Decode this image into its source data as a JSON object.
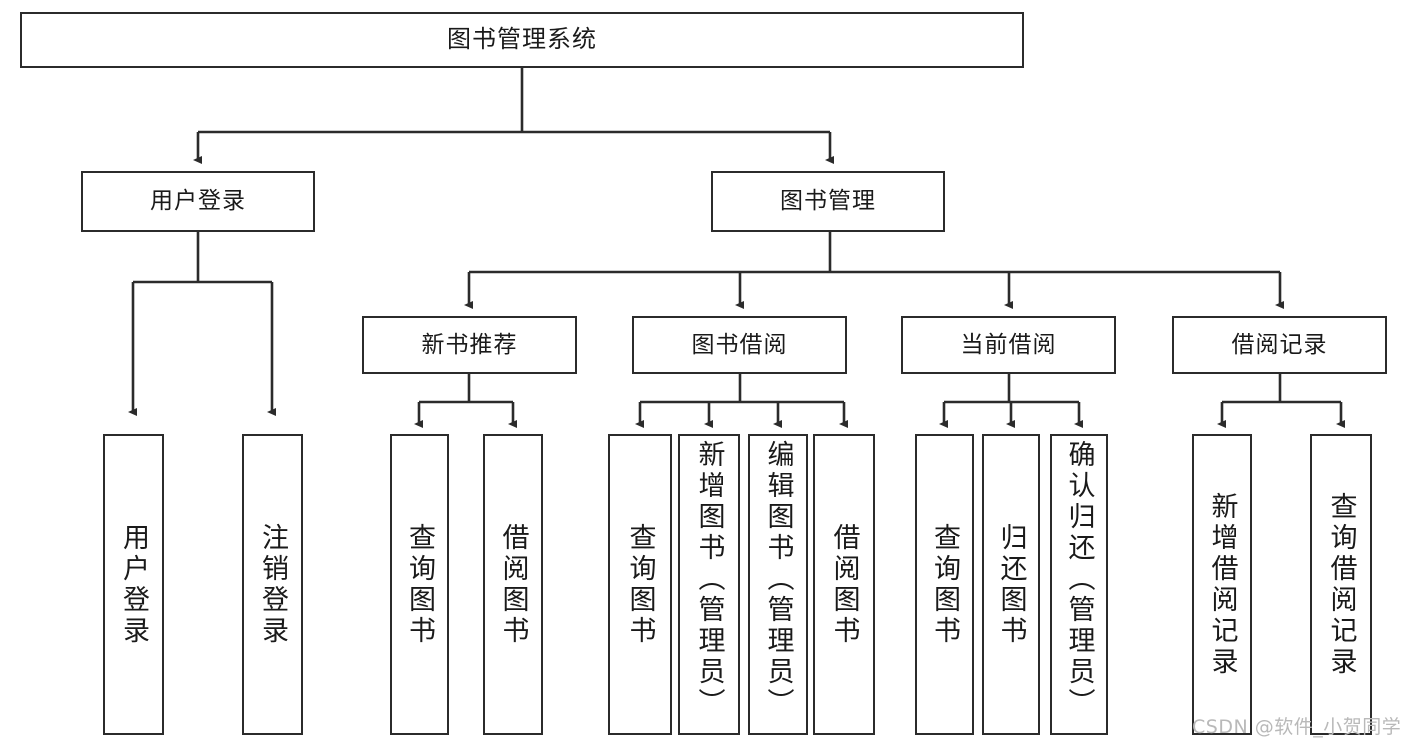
{
  "diagram": {
    "title": "图书管理系统",
    "type": "hierarchy-tree",
    "watermark": "CSDN @软件_小贺同学",
    "colors": {
      "box_border": "#2b2b2b",
      "box_fill": "#ffffff",
      "edge": "#2b2b2b",
      "text": "#1a1a1a",
      "watermark": "#b9b9b9"
    },
    "root": {
      "label": "图书管理系统"
    },
    "level1": [
      {
        "label": "用户登录"
      },
      {
        "label": "图书管理"
      }
    ],
    "level2": [
      {
        "label": "新书推荐"
      },
      {
        "label": "图书借阅"
      },
      {
        "label": "当前借阅"
      },
      {
        "label": "借阅记录"
      }
    ],
    "leaves": {
      "user_login": [
        {
          "label": "用户登录"
        },
        {
          "label": "注销登录"
        }
      ],
      "new_book_recommend": [
        {
          "label": "查询图书"
        },
        {
          "label": "借阅图书"
        }
      ],
      "book_borrow": [
        {
          "label": "查询图书"
        },
        {
          "label": "新增图书（管理员）"
        },
        {
          "label": "编辑图书（管理员）"
        },
        {
          "label": "借阅图书"
        }
      ],
      "current_borrow": [
        {
          "label": "查询图书"
        },
        {
          "label": "归还图书"
        },
        {
          "label": "确认归还（管理员）"
        }
      ],
      "borrow_record": [
        {
          "label": "新增借阅记录"
        },
        {
          "label": "查询借阅记录"
        }
      ]
    }
  }
}
